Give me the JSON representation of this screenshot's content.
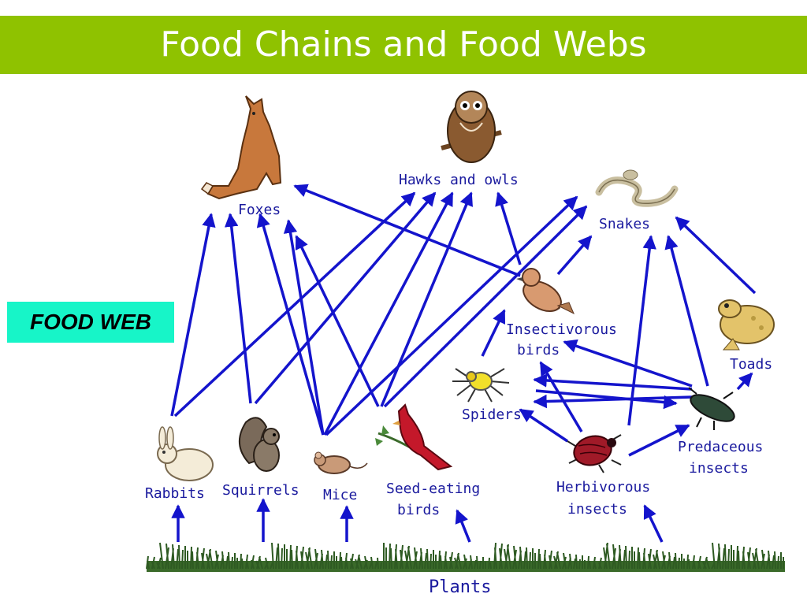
{
  "title": "Food Chains and Food Webs",
  "side_label": "FOOD WEB",
  "colors": {
    "title_bar": "#8fc200",
    "label_bg": "#17f5c8",
    "arrow": "#1414cc",
    "text": "#1a1a9e"
  },
  "organisms": {
    "foxes": "Foxes",
    "hawks_owls": "Hawks and owls",
    "snakes": "Snakes",
    "insectivorous_birds_1": "Insectivorous",
    "insectivorous_birds_2": "birds",
    "toads": "Toads",
    "spiders": "Spiders",
    "predaceous_insects_1": "Predaceous",
    "predaceous_insects_2": "insects",
    "rabbits": "Rabbits",
    "squirrels": "Squirrels",
    "mice": "Mice",
    "seed_eating_birds_1": "Seed-eating",
    "seed_eating_birds_2": "birds",
    "herbivorous_insects_1": "Herbivorous",
    "herbivorous_insects_2": "insects",
    "plants": "Plants"
  },
  "icons": [
    "fox-icon",
    "owl-icon",
    "snake-icon",
    "bird-icon",
    "toad-icon",
    "spider-icon",
    "beetle-icon",
    "rabbit-icon",
    "squirrel-icon",
    "mouse-icon",
    "cardinal-icon",
    "ladybug-icon",
    "grass-icon"
  ]
}
